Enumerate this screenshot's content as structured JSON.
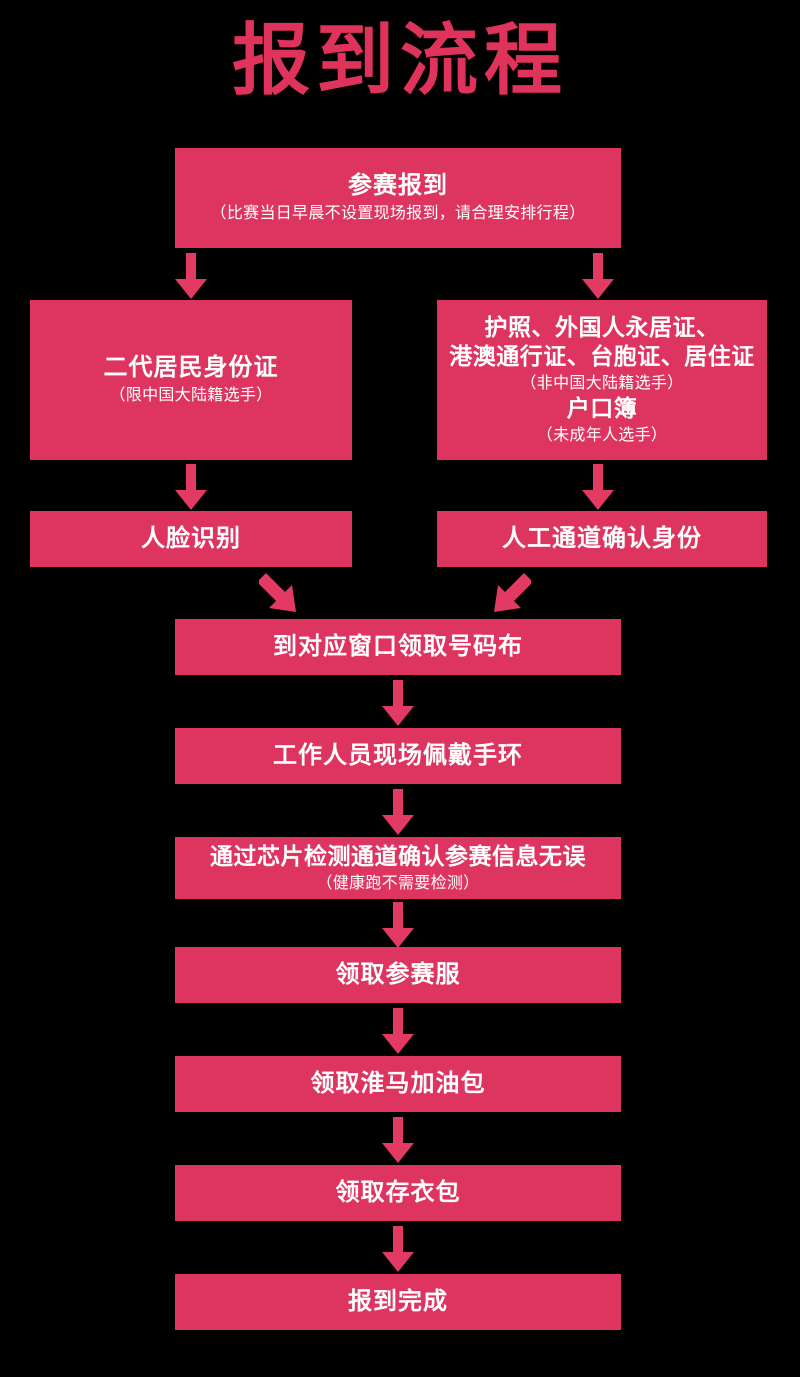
{
  "page": {
    "title": "报到流程",
    "background_color": "#000000",
    "box_color": "#DE3560",
    "title_color": "#E0335C",
    "text_color": "#FFFFFF"
  },
  "flowchart": {
    "type": "flowchart",
    "nodes": [
      {
        "id": "checkin",
        "main": "参赛报到",
        "sub": "（比赛当日早晨不设置现场报到，请合理安排行程）"
      },
      {
        "id": "idcard",
        "main": "二代居民身份证",
        "sub": "（限中国大陆籍选手）"
      },
      {
        "id": "otherdocs",
        "line1": "护照、外国人永居证、",
        "line2": "港澳通行证、台胞证、居住证",
        "sub1": "（非中国大陆籍选手）",
        "line3": "户口簿",
        "sub2": "（未成年人选手）"
      },
      {
        "id": "face",
        "main": "人脸识别"
      },
      {
        "id": "manual",
        "main": "人工通道确认身份"
      },
      {
        "id": "bib",
        "main": "到对应窗口领取号码布"
      },
      {
        "id": "wristband",
        "main": "工作人员现场佩戴手环"
      },
      {
        "id": "chip",
        "main": "通过芯片检测通道确认参赛信息无误",
        "sub": "（健康跑不需要检测）"
      },
      {
        "id": "jersey",
        "main": "领取参赛服"
      },
      {
        "id": "fuelpack",
        "main": "领取淮马加油包"
      },
      {
        "id": "bagdrop",
        "main": "领取存衣包"
      },
      {
        "id": "done",
        "main": "报到完成"
      }
    ],
    "edges": [
      {
        "from": "checkin",
        "to": "idcard",
        "direction": "down"
      },
      {
        "from": "checkin",
        "to": "otherdocs",
        "direction": "down"
      },
      {
        "from": "idcard",
        "to": "face",
        "direction": "down"
      },
      {
        "from": "otherdocs",
        "to": "manual",
        "direction": "down"
      },
      {
        "from": "face",
        "to": "bib",
        "direction": "down-right"
      },
      {
        "from": "manual",
        "to": "bib",
        "direction": "down-left"
      },
      {
        "from": "bib",
        "to": "wristband",
        "direction": "down"
      },
      {
        "from": "wristband",
        "to": "chip",
        "direction": "down"
      },
      {
        "from": "chip",
        "to": "jersey",
        "direction": "down"
      },
      {
        "from": "jersey",
        "to": "fuelpack",
        "direction": "down"
      },
      {
        "from": "fuelpack",
        "to": "bagdrop",
        "direction": "down"
      },
      {
        "from": "bagdrop",
        "to": "done",
        "direction": "down"
      }
    ]
  }
}
